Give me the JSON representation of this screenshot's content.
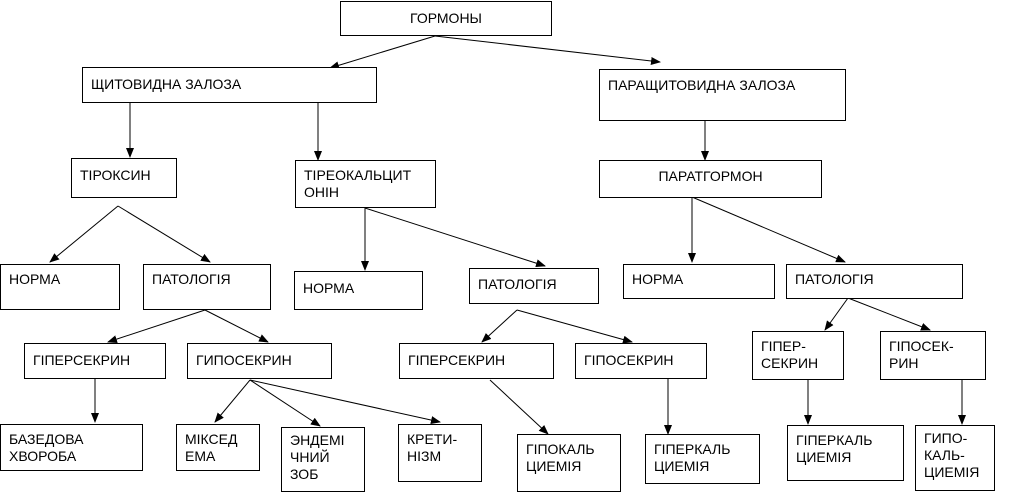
{
  "nodes": {
    "hormones": "ГОРМОНЫ",
    "thyroid": "ЩИТОВИДНА ЗАЛОЗА",
    "parathyroid": "ПАРАЩИТОВИДНА ЗАЛОЗА",
    "thyroxine": "ТІРОКСИН",
    "thyrocalcitonin": "ТІРЕОКАЛЬЦИТ\nОНІН",
    "parathormone": "ПАРАТГОРМОН",
    "norm1": "НОРМА",
    "patho1": "ПАТОЛОГІЯ",
    "norm2": "НОРМА",
    "patho2": "ПАТОЛОГІЯ",
    "norm3": "НОРМА",
    "patho3": "ПАТОЛОГІЯ",
    "hyper1": "ГІПЕРСЕКРИН",
    "hypo1": "ГИПОСЕКРИН",
    "hyper2": "ГІПЕРСЕКРИН",
    "hypo2": "ГІПОСЕКРИН",
    "hyper3": "ГІПЕР-\nСЕКРИН",
    "hypo3": "ГІПОСЕК-\nРИН",
    "graves": "БАЗЕДОВА\nХВОРОБА",
    "myxedema": "МІКСЕД\nЕМА",
    "goiter": "ЭНДЕМІ\nЧНИЙ\nЗОБ",
    "cretinism": "КРЕТИ-\nНІЗМ",
    "hypocalc1": "ГІПОКАЛЬ\nЦИЕМІЯ",
    "hypercalc1": "ГІПЕРКАЛЬ\nЦИЕМІЯ",
    "hypercalc2": "ГІПЕРКАЛЬ\nЦИЕМІЯ",
    "hypocalc2": "ГИПО-\nКАЛЬ-\nЦИЕМІЯ"
  }
}
